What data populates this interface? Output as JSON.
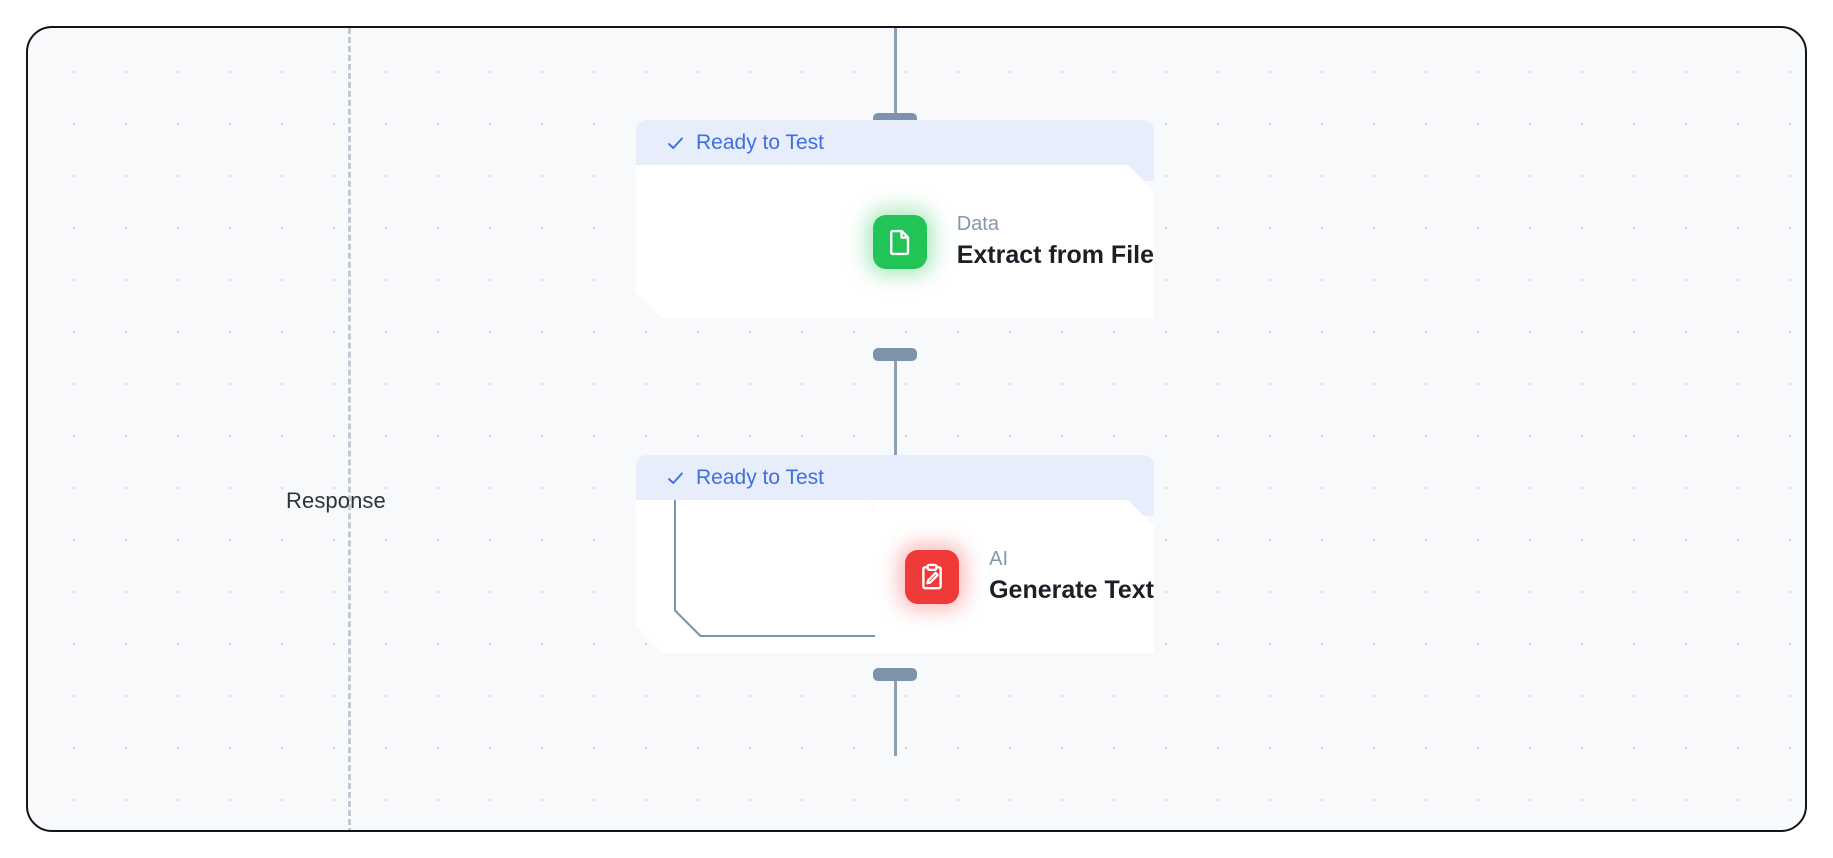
{
  "canvas": {
    "lane_label": "Response",
    "status_label": "Ready to Test",
    "check_icon": "check-icon",
    "divider_icon": "dashed-lane-divider"
  },
  "nodes": [
    {
      "id": "extract-from-file",
      "status": "Ready to Test",
      "kind": "Data",
      "title": "Extract from File",
      "icon": "file-document-icon",
      "icon_color": "#22c357",
      "selected": false
    },
    {
      "id": "generate-text",
      "status": "Ready to Test",
      "kind": "AI",
      "title": "Generate Text",
      "icon": "clipboard-pencil-icon",
      "icon_color": "#f03a3a",
      "selected": true
    }
  ],
  "theme": {
    "canvas_bg": "#f7f9fb",
    "status_bg": "#e7edfb",
    "status_text": "#3f6fe0",
    "edge_color": "#8ba0b6",
    "handle_color": "#7d93ab",
    "selected_border": "#7f93a9",
    "kind_text": "#8797ab",
    "title_text": "#1b2026"
  }
}
